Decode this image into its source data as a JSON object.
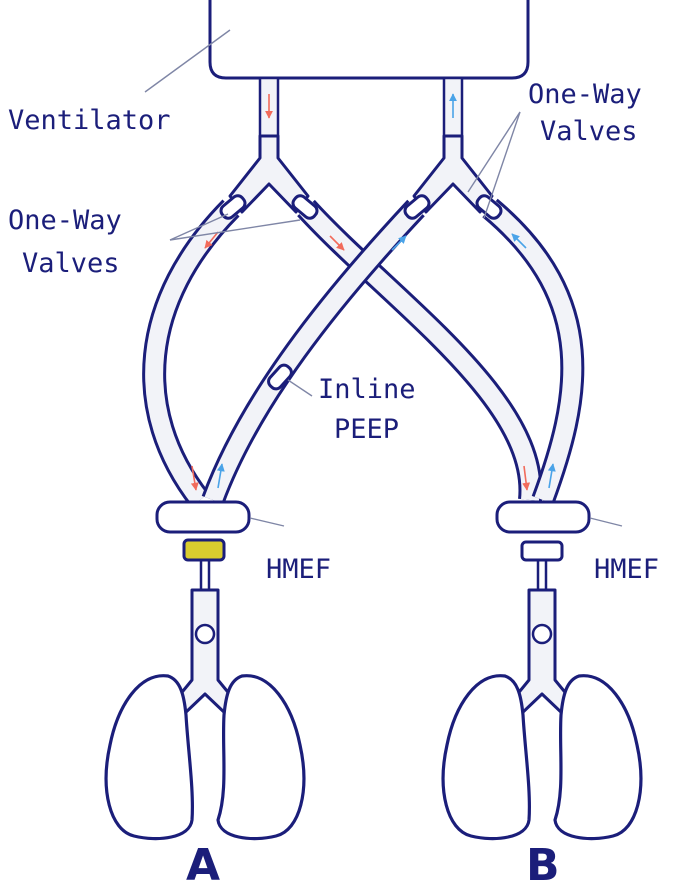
{
  "labels": {
    "ventilator": "Ventilator",
    "one_way_valves_right_line1": "One-Way",
    "one_way_valves_right_line2": "Valves",
    "one_way_valves_left_line1": "One-Way",
    "one_way_valves_left_line2": "Valves",
    "inline_peep_line1": "Inline",
    "inline_peep_line2": "PEEP",
    "hmef_a": "HMEF",
    "hmef_b": "HMEF",
    "patient_a": "A",
    "patient_b": "B"
  },
  "colors": {
    "outline": "#1b1e7a",
    "tube_fill": "#f2f3f8",
    "inspiratory_arrow": "#f26b5b",
    "expiratory_arrow": "#4aa3e8",
    "peep_filter": "#d9cc2f"
  }
}
